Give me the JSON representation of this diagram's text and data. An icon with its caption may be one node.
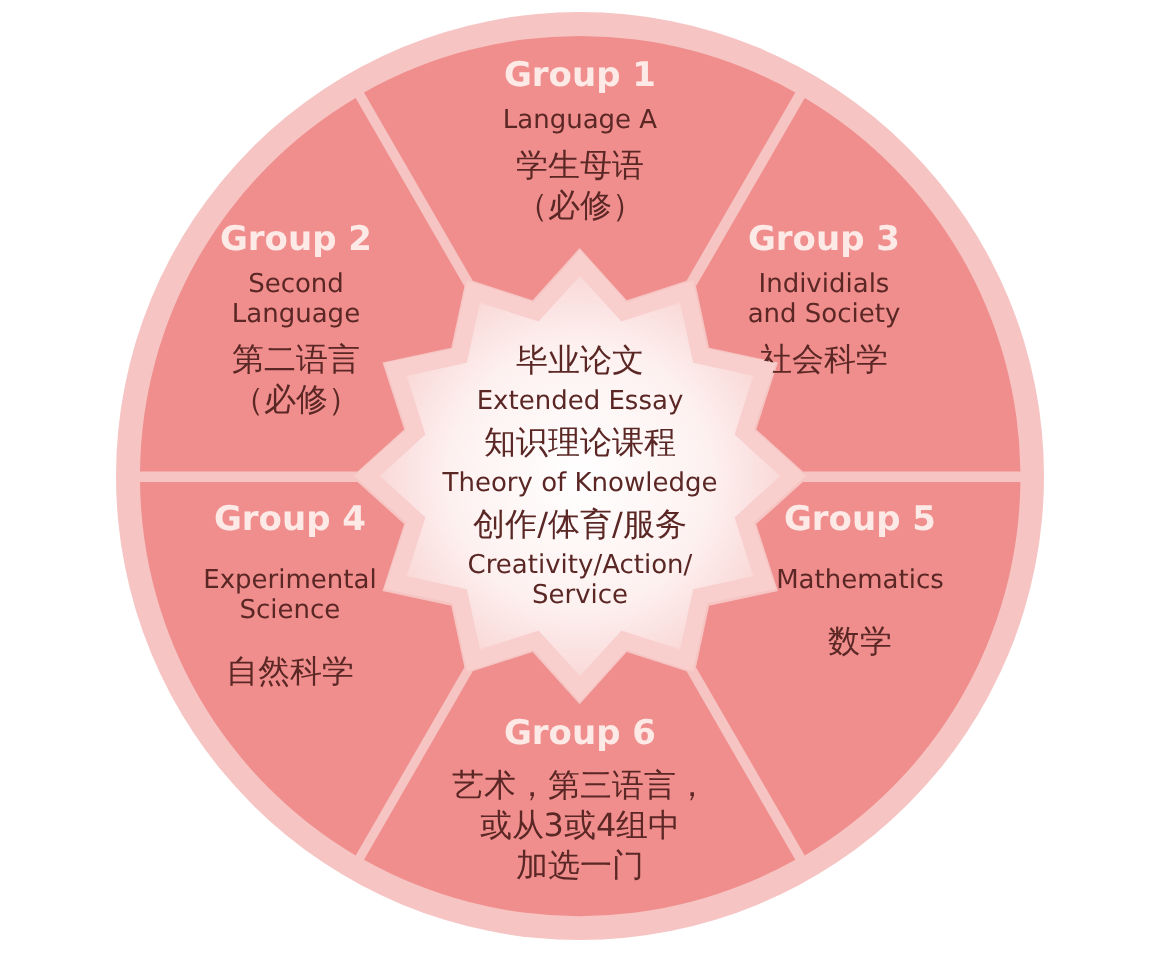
{
  "diagram": {
    "nodes": [
      {
        "text": [
          "Group 1",
          "Language A",
          "学生母语（必修）"
        ]
      },
      {
        "text": [
          "Group 2",
          "Second Language",
          "第二语言（必修）"
        ]
      },
      {
        "text": [
          "Group 3",
          "Individials and Society",
          "社会科学"
        ]
      },
      {
        "text": [
          "毕业论文",
          "Extended Essay",
          "知识理论课程",
          "Theory of Knowledge",
          "创作/体育/服务",
          "Creativity/Action/ Service"
        ]
      },
      {
        "text": [
          "Group 4",
          "Experimental Science",
          "自然科学"
        ]
      },
      {
        "text": [
          "Group 5",
          "Mathematics",
          "数学"
        ]
      },
      {
        "text": [
          "Group 6",
          "艺术，第三语言，或从3或4组中加选一门"
        ]
      }
    ]
  }
}
